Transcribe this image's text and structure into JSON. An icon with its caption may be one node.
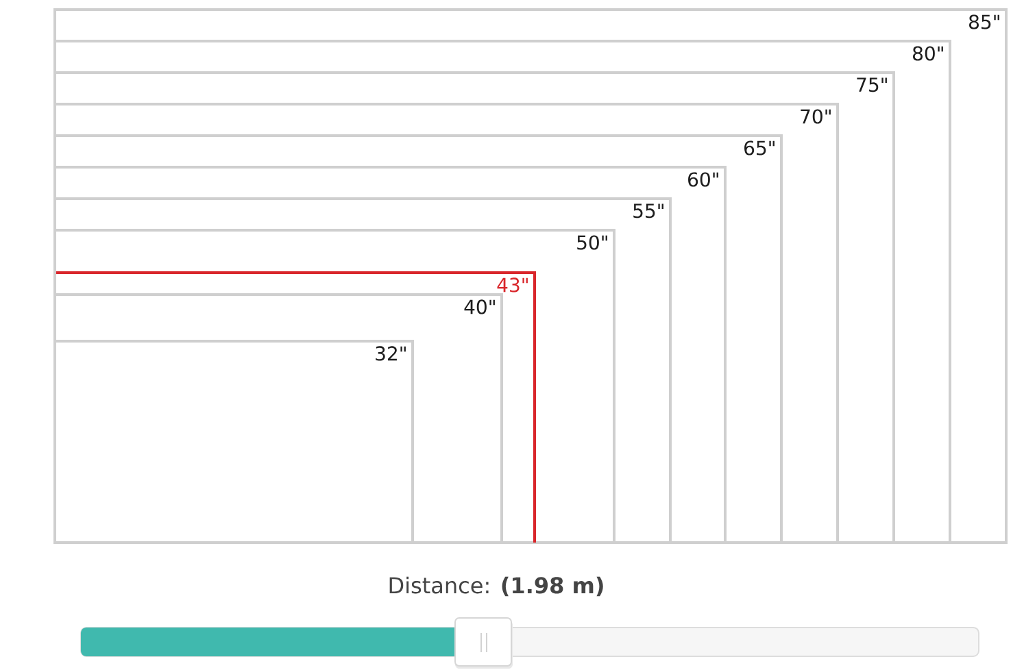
{
  "diagram": {
    "nodes": [
      {
        "text": [
          "85\""
        ]
      },
      {
        "text": [
          "80\""
        ],
        "in": 0
      },
      {
        "text": [
          "75\""
        ],
        "in": 1
      },
      {
        "text": [
          "70\""
        ],
        "in": 2
      },
      {
        "text": [
          "65\""
        ],
        "in": 3
      },
      {
        "text": [
          "60\""
        ],
        "in": 4
      },
      {
        "text": [
          "55\""
        ],
        "in": 5
      },
      {
        "text": [
          "50\""
        ],
        "in": 6
      },
      {
        "text": [
          "43\""
        ],
        "in": 7
      },
      {
        "text": [
          "40\""
        ],
        "in": 8
      },
      {
        "text": [
          "32\""
        ],
        "in": 9
      }
    ],
    "labels": [
      "Distance: **(1.98 m)**"
    ]
  }
}
